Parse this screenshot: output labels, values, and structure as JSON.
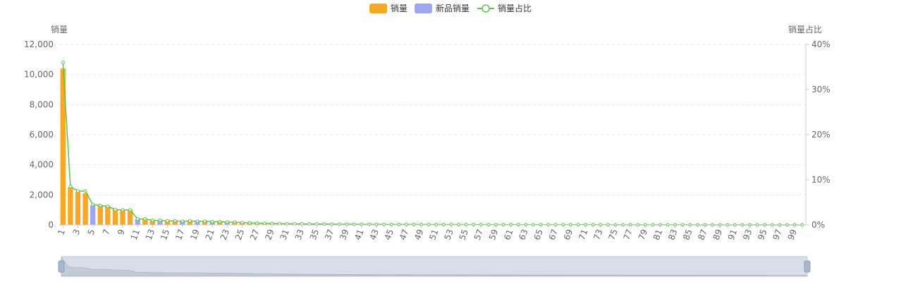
{
  "chart_data": {
    "type": "bar",
    "legend": [
      {
        "name": "销量",
        "color": "#f9a825",
        "kind": "bar"
      },
      {
        "name": "新品销量",
        "color": "#9ea7f0",
        "kind": "bar"
      },
      {
        "name": "销量占比",
        "color": "#5ec34d",
        "kind": "line"
      }
    ],
    "legend_placement": "top-center",
    "y_left": {
      "label": "销量",
      "min": 0,
      "max": 12000,
      "ticks": [
        "0",
        "2,000",
        "4,000",
        "6,000",
        "8,000",
        "10,000",
        "12,000"
      ]
    },
    "y_right": {
      "label": "销量占比",
      "min": 0,
      "max": 40,
      "ticks": [
        "0%",
        "10%",
        "20%",
        "30%",
        "40%"
      ]
    },
    "grid": true,
    "x_tick_step": 2,
    "colors": {
      "bar": "#f9a825",
      "new_bar": "#9ea7f0",
      "line": "#5ec34d",
      "axis": "#cccccc",
      "grid": "#e6e6e6",
      "slider_fill": "#d7dee9"
    },
    "x": [
      1,
      2,
      3,
      4,
      5,
      6,
      7,
      8,
      9,
      10,
      11,
      12,
      13,
      14,
      15,
      16,
      17,
      18,
      19,
      20,
      21,
      22,
      23,
      24,
      25,
      26,
      27,
      28,
      29,
      30,
      31,
      32,
      33,
      34,
      35,
      36,
      37,
      38,
      39,
      40,
      41,
      42,
      43,
      44,
      45,
      46,
      47,
      48,
      49,
      50,
      51,
      52,
      53,
      54,
      55,
      56,
      57,
      58,
      59,
      60,
      61,
      62,
      63,
      64,
      65,
      66,
      67,
      68,
      69,
      70,
      71,
      72,
      73,
      74,
      75,
      76,
      77,
      78,
      79,
      80,
      81,
      82,
      83,
      84,
      85,
      86,
      87,
      88,
      89,
      90,
      91,
      92,
      93,
      94,
      95,
      96,
      97,
      98,
      99,
      100
    ],
    "bar_values": [
      10400,
      2500,
      2200,
      2100,
      1300,
      1300,
      1250,
      1050,
      1000,
      1000,
      380,
      380,
      280,
      300,
      260,
      250,
      230,
      260,
      250,
      230,
      220,
      200,
      180,
      170,
      150,
      130,
      110,
      100,
      90,
      80,
      75,
      70,
      65,
      60,
      55,
      50,
      45,
      45,
      40,
      40,
      35,
      35,
      30,
      30,
      30,
      28,
      28,
      25,
      25,
      22,
      22,
      20,
      20,
      18,
      18,
      16,
      16,
      15,
      15,
      14,
      14,
      13,
      13,
      12,
      12,
      11,
      11,
      10,
      10,
      10,
      9,
      9,
      8,
      8,
      8,
      7,
      7,
      7,
      6,
      6,
      6,
      5,
      5,
      5,
      5,
      4,
      4,
      4,
      4,
      3,
      3,
      3,
      3,
      3,
      2,
      2,
      2,
      2,
      2,
      2
    ],
    "new_product_indices": [
      4,
      10,
      13,
      16,
      18,
      20,
      22
    ],
    "line_values": [
      36,
      8.5,
      7.5,
      7.5,
      4.5,
      4.3,
      4.1,
      3.4,
      3.3,
      3.3,
      1.3,
      1.3,
      1.0,
      1.0,
      0.9,
      0.9,
      0.8,
      0.9,
      0.8,
      0.8,
      0.7,
      0.7,
      0.6,
      0.6,
      0.5,
      0.45,
      0.4,
      0.35,
      0.3,
      0.28,
      0.26,
      0.24,
      0.22,
      0.2,
      0.19,
      0.18,
      0.16,
      0.15,
      0.14,
      0.14,
      0.12,
      0.12,
      0.11,
      0.1,
      0.1,
      0.1,
      0.09,
      0.09,
      0.08,
      0.08,
      0.08,
      0.07,
      0.07,
      0.07,
      0.06,
      0.06,
      0.06,
      0.05,
      0.05,
      0.05,
      0.05,
      0.05,
      0.04,
      0.04,
      0.04,
      0.04,
      0.04,
      0.03,
      0.03,
      0.03,
      0.03,
      0.03,
      0.03,
      0.03,
      0.02,
      0.02,
      0.02,
      0.02,
      0.02,
      0.02,
      0.02,
      0.02,
      0.02,
      0.02,
      0.02,
      0.01,
      0.01,
      0.01,
      0.01,
      0.01,
      0.01,
      0.01,
      0.01,
      0.01,
      0.01,
      0.01,
      0.01,
      0.01,
      0.01,
      0.01
    ]
  }
}
